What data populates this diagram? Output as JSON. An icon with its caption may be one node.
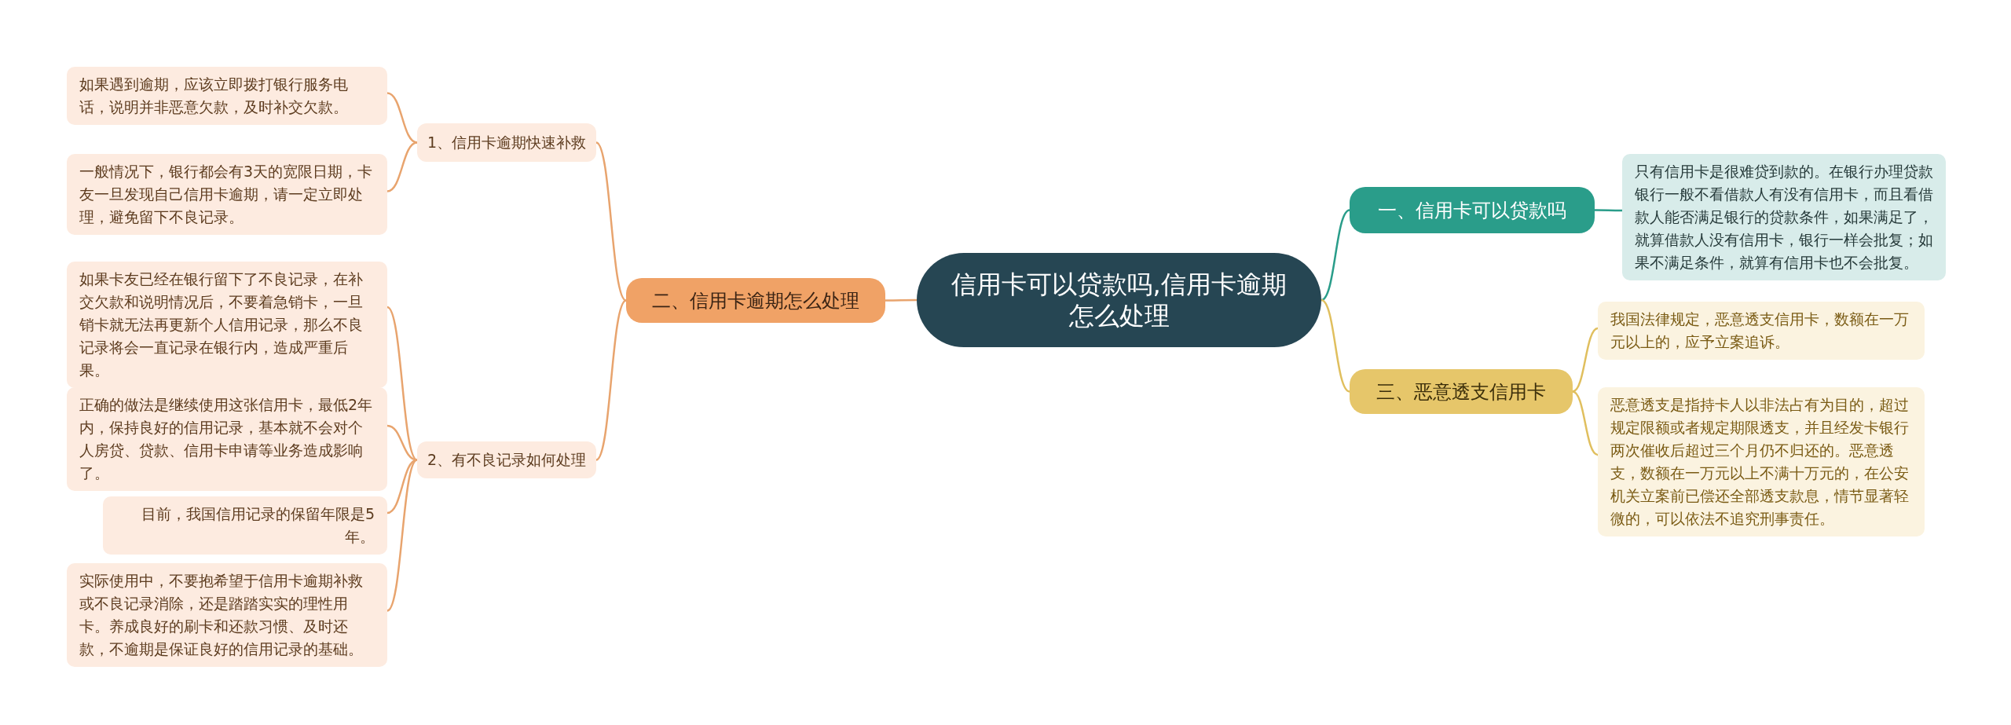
{
  "diagram": {
    "nodes": [
      {
        "text": [
          "信用卡可以贷款吗,信用卡逾期怎么处理"
        ]
      },
      {
        "text": [
          "二、信用卡逾期怎么处理"
        ]
      },
      {
        "text": [
          "1、信用卡逾期快速补救"
        ]
      },
      {
        "text": [
          "如果遇到逾期，应该立即拨打银行服务电话，说明并非恶意欠款，及时补交欠款。"
        ]
      },
      {
        "text": [
          "一般情况下，银行都会有3天的宽限日期，卡友一旦发现自己信用卡逾期，请一定立即处理，避免留下不良记录。"
        ]
      },
      {
        "text": [
          "2、有不良记录如何处理"
        ]
      },
      {
        "text": [
          "如果卡友已经在银行留下了不良记录，在补交欠款和说明情况后，不要着急销卡，一旦销卡就无法再更新个人信用记录，那么不良记录将会一直记录在银行内，造成严重后果。"
        ]
      },
      {
        "text": [
          "正确的做法是继续使用这张信用卡，最低2年内，保持良好的信用记录，基本就不会对个人房贷、贷款、信用卡申请等业务造成影响了。"
        ]
      },
      {
        "text": [
          "目前，我国信用记录的保留年限是5年。"
        ]
      },
      {
        "text": [
          "实际使用中，不要抱希望于信用卡逾期补救或不良记录消除，还是踏踏实实的理性用卡。养成良好的刷卡和还款习惯、及时还款，不逾期是保证良好的信用记录的基础。"
        ]
      },
      {
        "text": [
          "一、信用卡可以贷款吗"
        ]
      },
      {
        "text": [
          "只有信用卡是很难贷到款的。在银行办理贷款银行一般不看借款人有没有信用卡，而且看借款人能否满足银行的贷款条件，如果满足了，就算借款人没有信用卡，银行一样会批复；如果不满足条件，就算有信用卡也不会批复。"
        ]
      },
      {
        "text": [
          "三、恶意透支信用卡"
        ]
      },
      {
        "text": [
          "我国法律规定，恶意透支信用卡，数额在一万元以上的，应予立案追诉。"
        ]
      },
      {
        "text": [
          "恶意透支是指持卡人以非法占有为目的，超过规定限额或者规定期限透支，并且经发卡银行两次催收后超过三个月仍不归还的。恶意透支，数额在一万元以上不满十万元的，在公安机关立案前已偿还全部透支款息，情节显著轻微的，可以依法不追究刑事责任。"
        ]
      }
    ],
    "edges": [
      {
        "from": 0,
        "to": 1,
        "arrow": "none"
      },
      {
        "from": 1,
        "to": 2,
        "arrow": "none"
      },
      {
        "from": 2,
        "to": 3,
        "arrow": "none"
      },
      {
        "from": 2,
        "to": 4,
        "arrow": "none"
      },
      {
        "from": 1,
        "to": 5,
        "arrow": "none"
      },
      {
        "from": 5,
        "to": 6,
        "arrow": "none"
      },
      {
        "from": 5,
        "to": 7,
        "arrow": "none"
      },
      {
        "from": 5,
        "to": 8,
        "arrow": "none"
      },
      {
        "from": 5,
        "to": 9,
        "arrow": "none"
      },
      {
        "from": 0,
        "to": 10,
        "arrow": "none",
        "color": "#2a9d8a"
      },
      {
        "from": 10,
        "to": 11,
        "arrow": "none",
        "color": "#2a9d8a"
      },
      {
        "from": 0,
        "to": 12,
        "arrow": "none",
        "color": "#e0bf5e"
      },
      {
        "from": 12,
        "to": 13,
        "arrow": "none",
        "color": "#e0bf5e"
      },
      {
        "from": 12,
        "to": 14,
        "arrow": "none",
        "color": "#e0bf5e"
      }
    ]
  }
}
